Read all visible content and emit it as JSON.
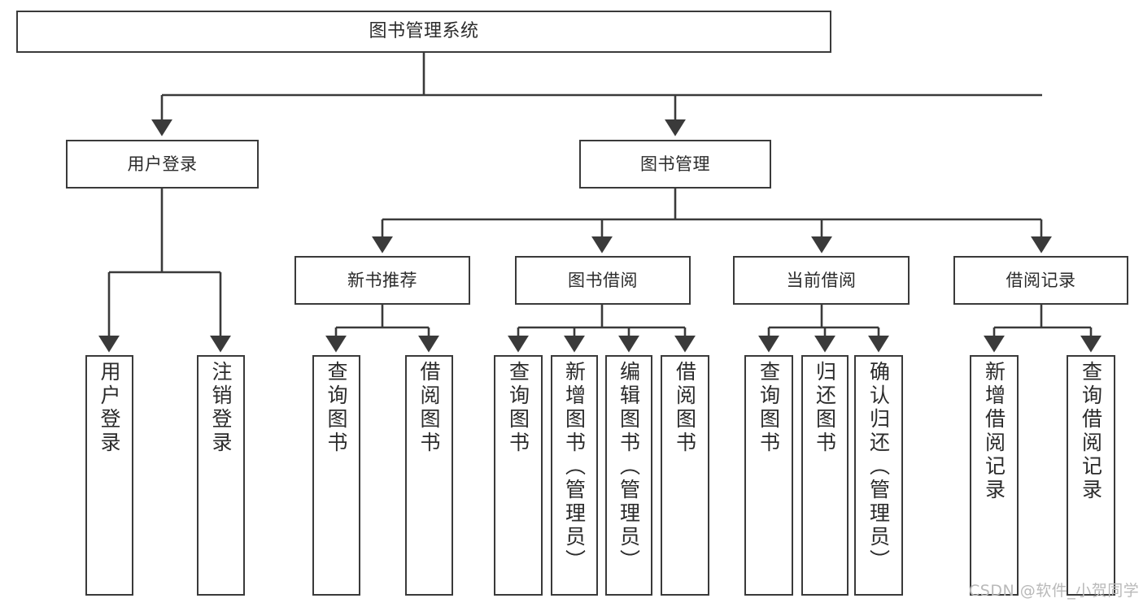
{
  "diagram": {
    "type": "tree",
    "title": "图书管理系统",
    "orientation": "top-down",
    "stroke_color": "#3a3a3a",
    "background_color": "#ffffff",
    "text_color": "#2b2b2b",
    "nodes": {
      "root": {
        "label": "图书管理系统",
        "level": 0
      },
      "l1": [
        {
          "id": "user_login",
          "label": "用户登录",
          "level": 1
        },
        {
          "id": "book_manage",
          "label": "图书管理",
          "level": 1
        }
      ],
      "l2": [
        {
          "id": "new_book_rec",
          "label": "新书推荐",
          "level": 2,
          "parent": "book_manage"
        },
        {
          "id": "book_borrow",
          "label": "图书借阅",
          "level": 2,
          "parent": "book_manage"
        },
        {
          "id": "current_borrow",
          "label": "当前借阅",
          "level": 2,
          "parent": "book_manage"
        },
        {
          "id": "borrow_record",
          "label": "借阅记录",
          "level": 2,
          "parent": "book_manage"
        }
      ],
      "leaves": [
        {
          "id": "leaf_user_login",
          "label": "用户登录",
          "parent": "user_login"
        },
        {
          "id": "leaf_logout",
          "label": "注销登录",
          "parent": "user_login"
        },
        {
          "id": "leaf_query_book_1",
          "label": "查询图书",
          "parent": "new_book_rec"
        },
        {
          "id": "leaf_borrow_book_1",
          "label": "借阅图书",
          "parent": "new_book_rec"
        },
        {
          "id": "leaf_query_book_2",
          "label": "查询图书",
          "parent": "book_borrow"
        },
        {
          "id": "leaf_add_book",
          "label": "新增图书（管理员）",
          "parent": "book_borrow"
        },
        {
          "id": "leaf_edit_book",
          "label": "编辑图书（管理员）",
          "parent": "book_borrow"
        },
        {
          "id": "leaf_borrow_book_2",
          "label": "借阅图书",
          "parent": "book_borrow"
        },
        {
          "id": "leaf_query_book_3",
          "label": "查询图书",
          "parent": "current_borrow"
        },
        {
          "id": "leaf_return_book",
          "label": "归还图书",
          "parent": "current_borrow"
        },
        {
          "id": "leaf_confirm_return",
          "label": "确认归还（管理员）",
          "parent": "current_borrow"
        },
        {
          "id": "leaf_add_record",
          "label": "新增借阅记录",
          "parent": "borrow_record"
        },
        {
          "id": "leaf_query_record",
          "label": "查询借阅记录",
          "parent": "borrow_record"
        }
      ]
    }
  },
  "watermark": {
    "text": "CSDN @软件_小贺同学"
  }
}
